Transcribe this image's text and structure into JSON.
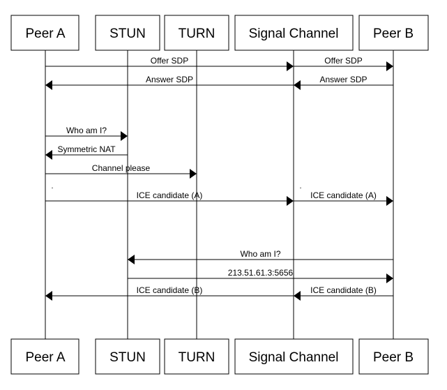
{
  "actors": [
    {
      "id": "peerA",
      "label": "Peer A"
    },
    {
      "id": "stun",
      "label": "STUN"
    },
    {
      "id": "turn",
      "label": "TURN"
    },
    {
      "id": "signal",
      "label": "Signal Channel"
    },
    {
      "id": "peerB",
      "label": "Peer B"
    }
  ],
  "messages": [
    {
      "from": "peerA",
      "to": "signal",
      "label": "Offer SDP"
    },
    {
      "from": "signal",
      "to": "peerB",
      "label": "Offer SDP"
    },
    {
      "from": "signal",
      "to": "peerA",
      "label": "Answer SDP"
    },
    {
      "from": "peerB",
      "to": "signal",
      "label": "Answer SDP"
    },
    {
      "from": "peerA",
      "to": "stun",
      "label": "Who am I?"
    },
    {
      "from": "stun",
      "to": "peerA",
      "label": "Symmetric NAT"
    },
    {
      "from": "peerA",
      "to": "turn",
      "label": "Channel please"
    },
    {
      "from": "peerA",
      "to": "signal",
      "label": "ICE candidate (A)"
    },
    {
      "from": "signal",
      "to": "peerB",
      "label": "ICE candidate (A)"
    },
    {
      "from": "peerB",
      "to": "stun",
      "label": "Who am I?"
    },
    {
      "from": "stun",
      "to": "peerB",
      "label": "213.51.61.3:5656"
    },
    {
      "from": "signal",
      "to": "peerA",
      "label": "ICE candidate (B)"
    },
    {
      "from": "peerB",
      "to": "signal",
      "label": "ICE candidate (B)"
    }
  ],
  "dots": [
    ".",
    "."
  ]
}
